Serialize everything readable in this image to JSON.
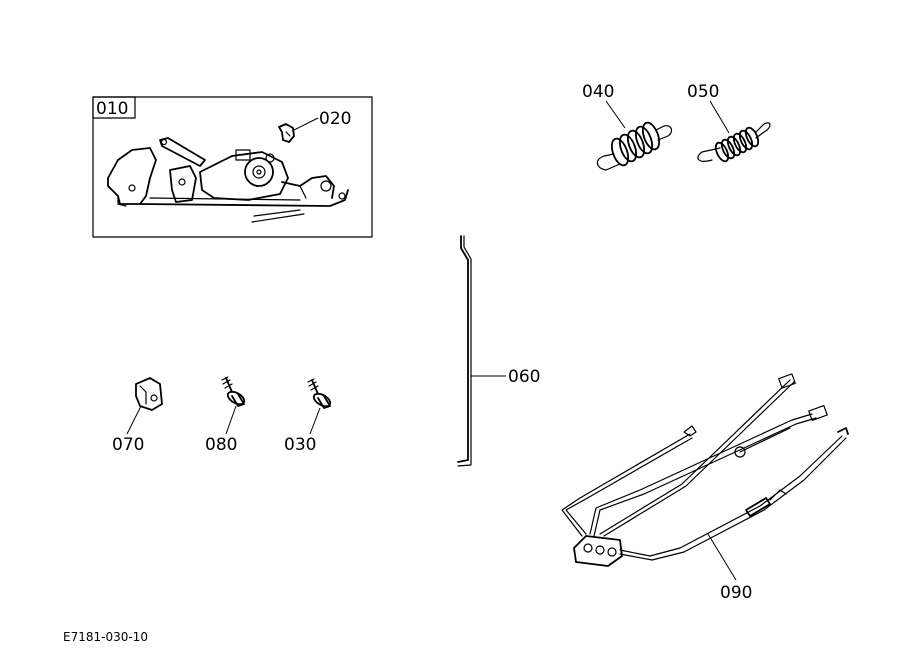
{
  "diagram": {
    "labels": {
      "p010": "010",
      "p020": "020",
      "p030": "030",
      "p040": "040",
      "p050": "050",
      "p060": "060",
      "p070": "070",
      "p080": "080",
      "p090": "090"
    },
    "drawing_code": "E7181-030-10"
  },
  "colors": {
    "line": "#000000",
    "background": "#ffffff"
  }
}
